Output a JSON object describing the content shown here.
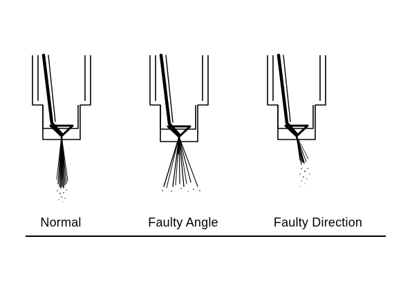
{
  "labels": {
    "normal": "Normal",
    "faulty_angle": "Faulty Angle",
    "faulty_direction": "Faulty Direction"
  },
  "colors": {
    "ink": "#000000",
    "background": "#ffffff"
  }
}
